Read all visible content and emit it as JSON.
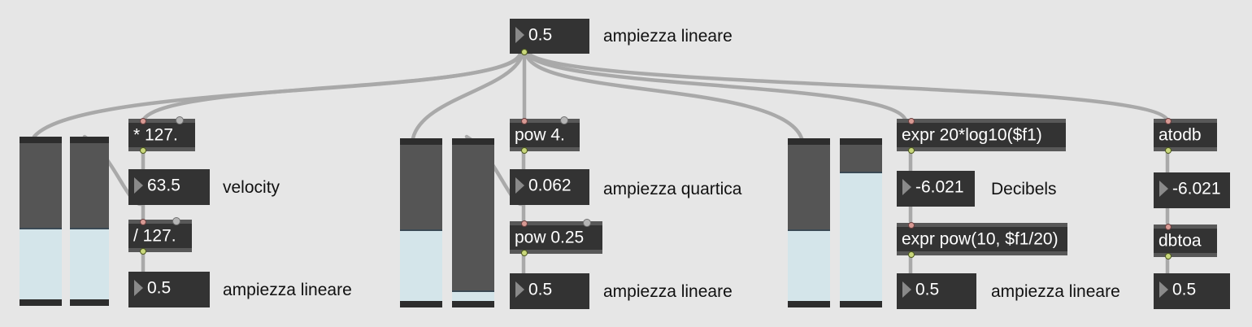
{
  "top": {
    "value": "0.5",
    "label": "ampiezza lineare"
  },
  "section_velocity": {
    "mul_obj": "* 127.",
    "velocity_value": "63.5",
    "velocity_label": "velocity",
    "div_obj": "/ 127.",
    "out_value": "0.5",
    "out_label": "ampiezza lineare"
  },
  "section_quartic": {
    "pow_obj": "pow 4.",
    "quartic_value": "0.062",
    "quartic_label": "ampiezza quartica",
    "inv_obj": "pow 0.25",
    "out_value": "0.5",
    "out_label": "ampiezza lineare"
  },
  "section_db": {
    "expr_obj": "expr 20*log10($f1)",
    "db_value": "-6.021",
    "db_label": "Decibels",
    "inv_obj": "expr pow(10, $f1/20)",
    "out_value": "0.5",
    "out_label": "ampiezza lineare"
  },
  "section_atodb": {
    "atodb_obj": "atodb",
    "db_value": "-6.021",
    "dbtoa_obj": "dbtoa",
    "out_value": "0.5"
  },
  "sliders": {
    "s1": 0.46,
    "s2": 0.46,
    "s3": 0.46,
    "s4": 0.066,
    "s5": 0.46,
    "s6": 0.83
  },
  "colors": {
    "background": "#e6e6e6",
    "box": "#333333",
    "slider_body": "#555555",
    "slider_fill": "#d4e5ea",
    "cable": "#a9a9a9",
    "inlet": "#d89a94",
    "outlet": "#c9d77c"
  }
}
